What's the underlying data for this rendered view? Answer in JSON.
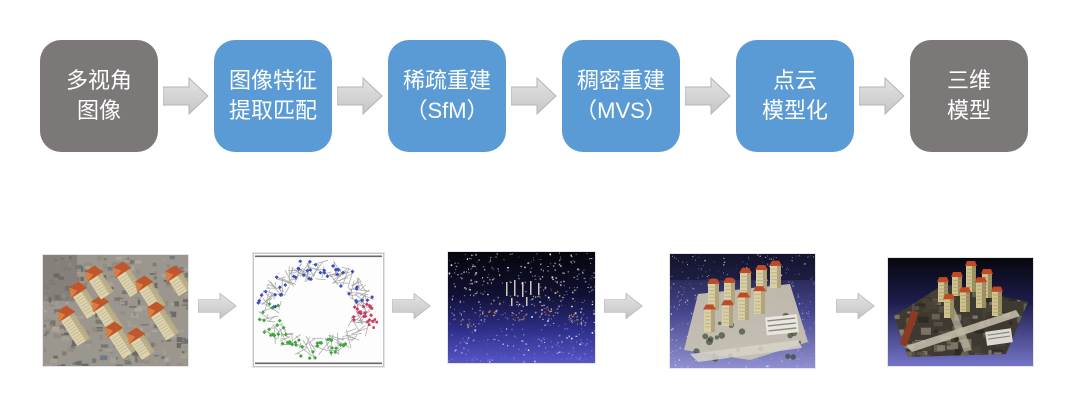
{
  "flow": {
    "steps": [
      {
        "line1": "多视角",
        "line2": "图像",
        "style": "gray"
      },
      {
        "line1": "图像特征",
        "line2": "提取匹配",
        "style": "blue"
      },
      {
        "line1": "稀疏重建",
        "line2": "（SfM）",
        "style": "blue"
      },
      {
        "line1": "稠密重建",
        "line2": "（MVS）",
        "style": "blue"
      },
      {
        "line1": "点云",
        "line2": "模型化",
        "style": "blue"
      },
      {
        "line1": "三维",
        "line2": "模型",
        "style": "gray"
      }
    ]
  },
  "icons": {
    "arrow": "right-block-arrow"
  },
  "images": {
    "stage1": "multi-view-aerial-photo",
    "stage2": "sfm-camera-pose-graph",
    "stage3": "sparse-point-cloud",
    "stage4": "dense-point-cloud",
    "stage5": "textured-3d-model"
  },
  "colors": {
    "step_blue": "#5B9BD5",
    "step_gray": "#7C7878",
    "step_text": "#FFFFFF",
    "arrow_fill_top": "#E4E3E3",
    "arrow_fill_bottom": "#C7C5C5",
    "arrow_stroke": "#B5B3B3",
    "background": "#FFFFFF"
  }
}
